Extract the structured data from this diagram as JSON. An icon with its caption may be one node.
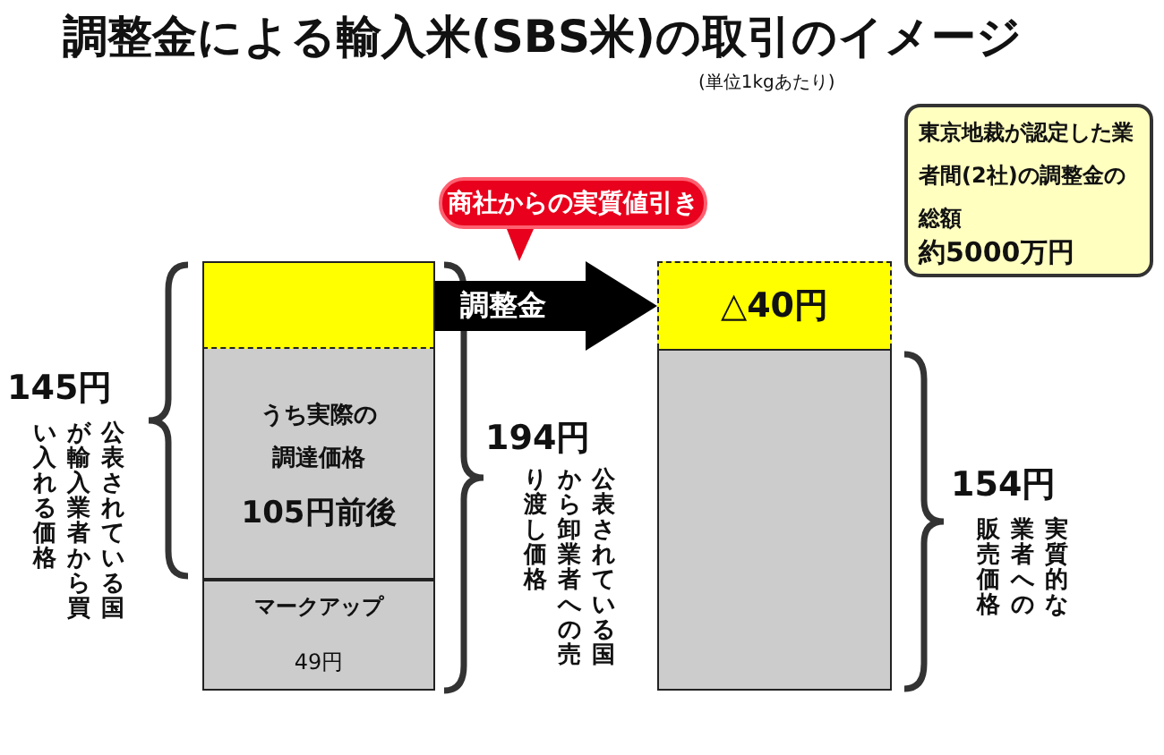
{
  "diagram": {
    "title": "調整金による輸入米(SBS米)の取引のイメージ",
    "nodes": [
      {
        "text": [],
        "shape": "box"
      },
      {
        "text": [
          "うち実際の調達価格",
          "**105**円前後"
        ]
      },
      {
        "text": [
          "マークアップ",
          "49円"
        ]
      },
      {
        "text": [
          "△**40**円"
        ]
      },
      {
        "text": [],
        "shape": "box"
      },
      {
        "text": [
          "商社からの実質値引き"
        ]
      },
      {
        "text": [
          "東京地裁が認定した業者間(2社)の調整金の総額",
          "約**5000**万円"
        ]
      }
    ],
    "edges": [
      {
        "from": 0,
        "to": 3,
        "arrow": "to",
        "label": "調整金"
      }
    ],
    "labels": [
      "(単位1kgあたり)",
      "**145**円",
      "公表されている国が輸入業者から買い入れる価格",
      "**194**円",
      "公表されている国から卸業者への売り渡し価格",
      "**154**円",
      "実質的な業者への販売価格"
    ]
  }
}
